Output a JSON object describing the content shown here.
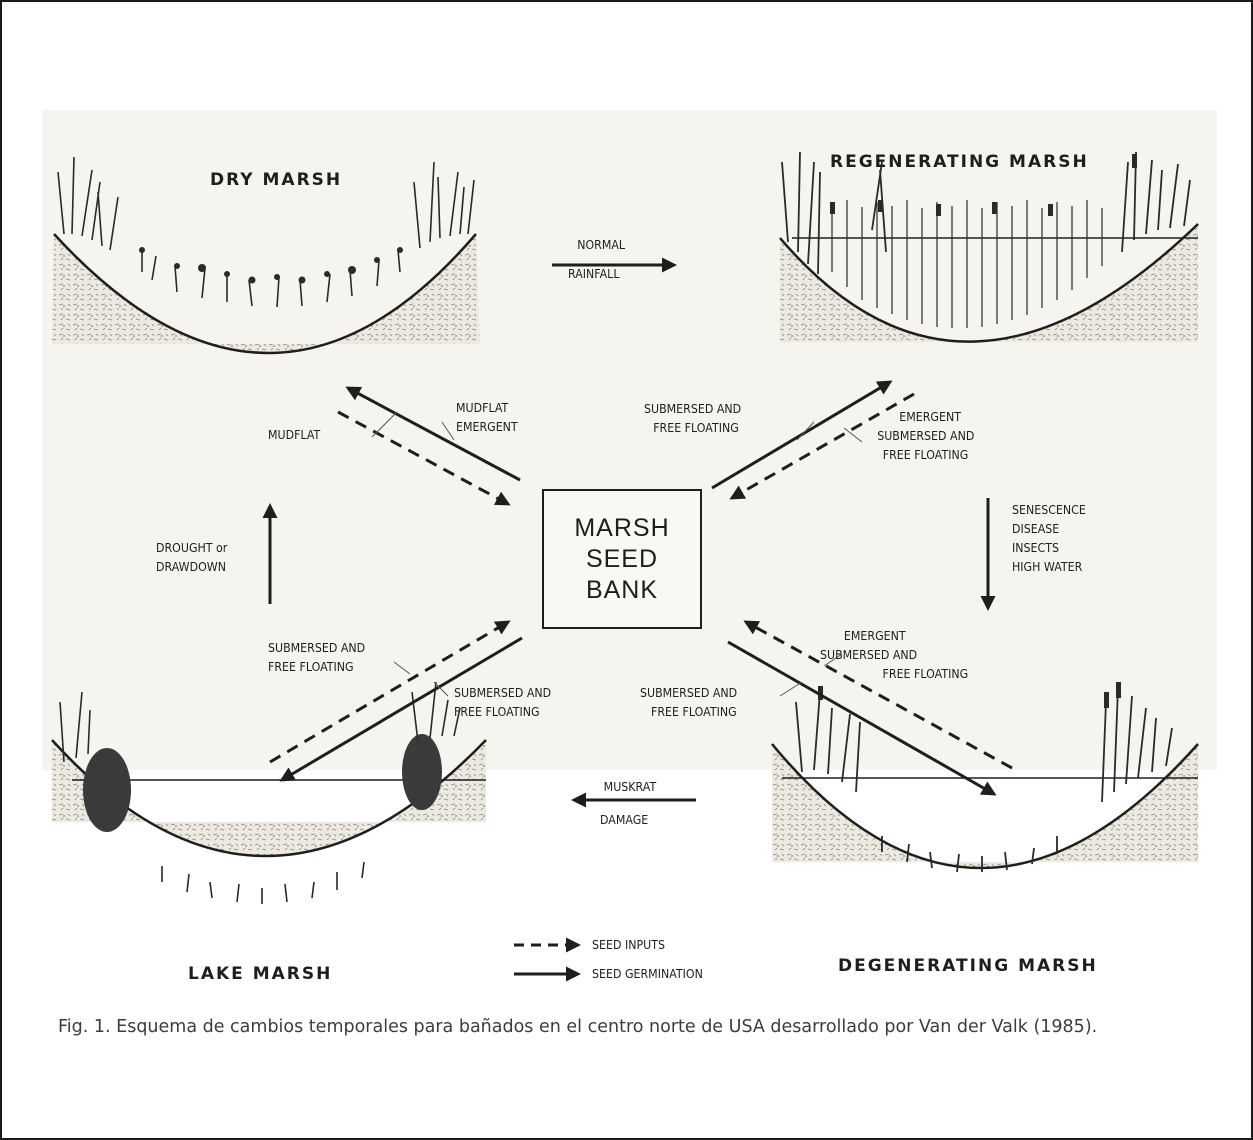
{
  "panels": {
    "dry_marsh": "DRY MARSH",
    "regenerating_marsh": "REGENERATING MARSH",
    "lake_marsh": "LAKE MARSH",
    "degenerating_marsh": "DEGENERATING MARSH"
  },
  "center_box": {
    "line1": "MARSH",
    "line2": "SEED",
    "line3": "BANK"
  },
  "transitions": {
    "normal_rainfall": {
      "line1": "NORMAL",
      "line2": "RAINFALL"
    },
    "drought": {
      "line1": "DROUGHT or",
      "line2": "DRAWDOWN"
    },
    "senescence": {
      "line1": "SENESCENCE",
      "line2": "DISEASE",
      "line3": "INSECTS",
      "line4": "HIGH WATER"
    },
    "muskrat": {
      "line1": "MUSKRAT",
      "line2": "DAMAGE"
    }
  },
  "flows": {
    "dry_mudflat": "MUDFLAT",
    "dry_mudflat_emergent": {
      "line1": "MUDFLAT",
      "line2": "EMERGENT"
    },
    "regen_germination": {
      "line1": "SUBMERSED AND",
      "line2": "FREE FLOATING"
    },
    "regen_inputs": {
      "line1": "EMERGENT",
      "line2": "SUBMERSED AND",
      "line3": "FREE FLOATING"
    },
    "lake_inputs": {
      "line1": "SUBMERSED AND",
      "line2": "FREE FLOATING"
    },
    "lake_germination": {
      "line1": "SUBMERSED AND",
      "line2": "FREE FLOATING"
    },
    "degen_germination": {
      "line1": "SUBMERSED AND",
      "line2": "FREE FLOATING"
    },
    "degen_inputs": {
      "line1": "EMERGENT",
      "line2": "SUBMERSED AND",
      "line3": "FREE FLOATING"
    }
  },
  "legend": {
    "seed_inputs": "SEED INPUTS",
    "seed_germination": "SEED GERMINATION"
  },
  "caption": "Fig. 1. Esquema de cambios temporales para  bañados en el centro norte de USA desarrollado por Van der Valk (1985)."
}
